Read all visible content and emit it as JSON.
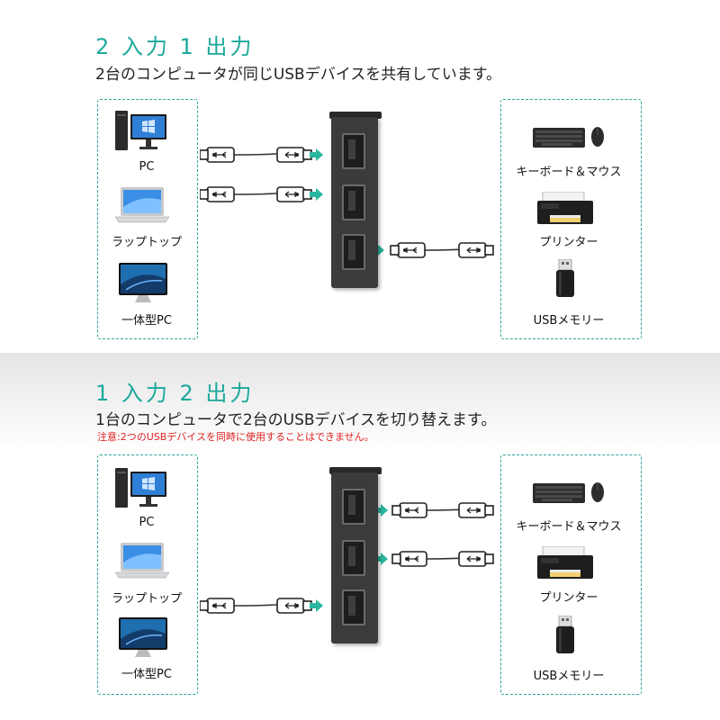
{
  "section1": {
    "title": "2 入力 1 出力",
    "subtitle": "2台のコンピュータが同じUSBデバイスを共有しています。"
  },
  "section2": {
    "title": "1 入力 2 出力",
    "subtitle": "1台のコンピュータで2台のUSBデバイスを切り替えます。",
    "note": "注意:2つのUSBデバイスを同時に使用することはできません。"
  },
  "computers": [
    "PC",
    "ラップトップ",
    "一体型PC"
  ],
  "devices": [
    "キーボード＆マウス",
    "プリンター",
    "USBメモリー"
  ],
  "colors": {
    "accent": "#1aa89a",
    "note": "#e02020",
    "hub": "#3b3b3d"
  },
  "icons": [
    "desktop-pc-icon",
    "laptop-icon",
    "all-in-one-pc-icon",
    "keyboard-mouse-icon",
    "printer-icon",
    "usb-stick-icon",
    "usb-cable-icon",
    "arrow-icon"
  ]
}
